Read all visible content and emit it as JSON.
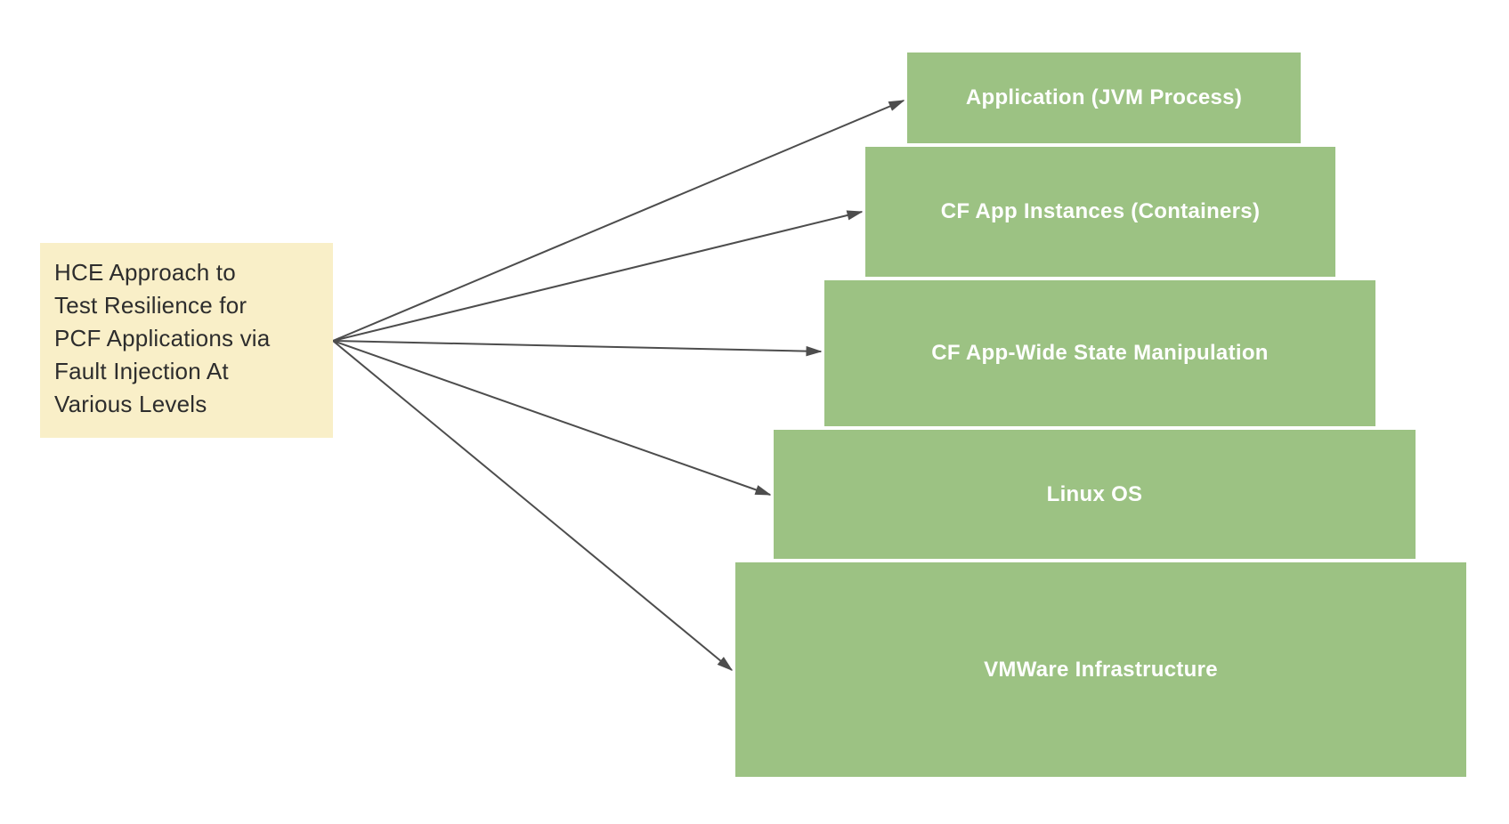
{
  "note": {
    "text": "HCE Approach to\nTest Resilience for\nPCF Applications via\nFault Injection At\nVarious Levels"
  },
  "levels": [
    {
      "id": "application-jvm-process",
      "label": "Application (JVM Process)"
    },
    {
      "id": "cf-app-instances",
      "label": "CF App Instances (Containers)"
    },
    {
      "id": "cf-app-wide-state",
      "label": "CF App-Wide State Manipulation"
    },
    {
      "id": "linux-os",
      "label": "Linux OS"
    },
    {
      "id": "vmware-infrastructure",
      "label": "VMWare Infrastructure"
    }
  ],
  "colors": {
    "level_box_green": "#9cc283",
    "level_text_white": "#ffffff",
    "note_box_yellow": "#f9efc8",
    "note_text_dark": "#2d2d2d",
    "arrow_gray": "#4d4d4d",
    "background": "#ffffff"
  }
}
